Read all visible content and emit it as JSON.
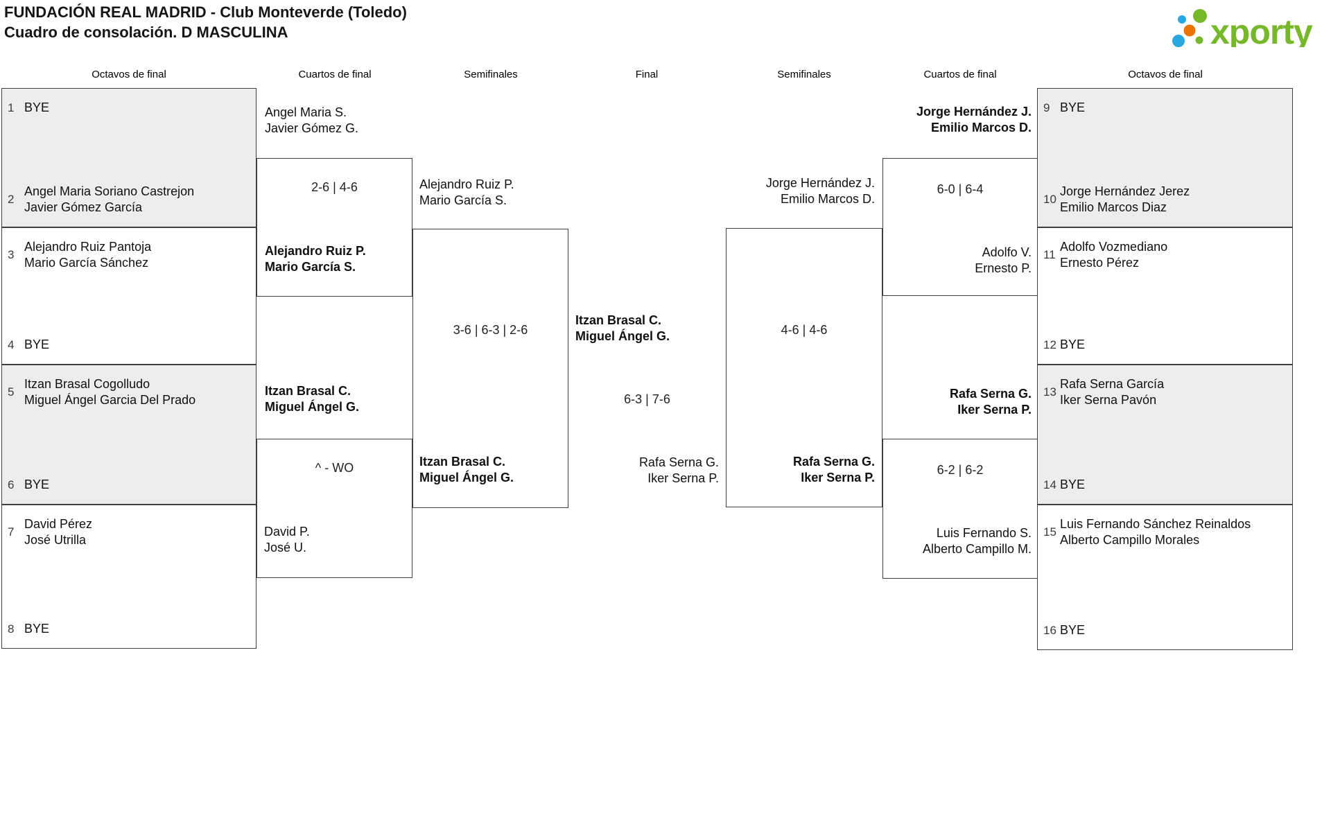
{
  "header": {
    "title_line1": "FUNDACIÓN REAL MADRID - Club Monteverde (Toledo)",
    "title_line2": "Cuadro de consolación. D MASCULINA",
    "logo_text": "xporty"
  },
  "rounds": {
    "octavos_left": "Octavos de final",
    "cuartos_left": "Cuartos de final",
    "semis_left": "Semifinales",
    "final": "Final",
    "semis_right": "Semifinales",
    "cuartos_right": "Cuartos de final",
    "octavos_right": "Octavos de final"
  },
  "seeds": {
    "s1": {
      "n": "1",
      "a": "BYE",
      "b": ""
    },
    "s2": {
      "n": "2",
      "a": "Angel Maria Soriano Castrejon",
      "b": "Javier Gómez García"
    },
    "s3": {
      "n": "3",
      "a": "Alejandro Ruiz Pantoja",
      "b": "Mario García Sánchez"
    },
    "s4": {
      "n": "4",
      "a": "BYE",
      "b": ""
    },
    "s5": {
      "n": "5",
      "a": "Itzan Brasal Cogolludo",
      "b": "Miguel Ángel Garcia Del Prado"
    },
    "s6": {
      "n": "6",
      "a": "BYE",
      "b": ""
    },
    "s7": {
      "n": "7",
      "a": "David Pérez",
      "b": "José Utrilla"
    },
    "s8": {
      "n": "8",
      "a": "BYE",
      "b": ""
    },
    "s9": {
      "n": "9",
      "a": "BYE",
      "b": ""
    },
    "s10": {
      "n": "10",
      "a": "Jorge Hernández Jerez",
      "b": "Emilio Marcos Diaz"
    },
    "s11": {
      "n": "11",
      "a": "Adolfo Vozmediano",
      "b": "Ernesto Pérez"
    },
    "s12": {
      "n": "12",
      "a": "BYE",
      "b": ""
    },
    "s13": {
      "n": "13",
      "a": "Rafa Serna García",
      "b": "Iker Serna Pavón"
    },
    "s14": {
      "n": "14",
      "a": "BYE",
      "b": ""
    },
    "s15": {
      "n": "15",
      "a": "Luis Fernando Sánchez Reinaldos",
      "b": "Alberto Campillo Morales"
    },
    "s16": {
      "n": "16",
      "a": "BYE",
      "b": ""
    }
  },
  "qf_left": {
    "m1": {
      "top_a": "Angel Maria S.",
      "top_b": "Javier Gómez G.",
      "score": "2-6 | 4-6",
      "bot_a": "Alejandro Ruiz P.",
      "bot_b": "Mario García S."
    },
    "m2": {
      "top_a": "Itzan Brasal C.",
      "top_b": "Miguel Ángel G.",
      "score": "^ - WO",
      "bot_a": "David P.",
      "bot_b": "José U."
    }
  },
  "sf_left": {
    "top_a": "Alejandro Ruiz P.",
    "top_b": "Mario García S.",
    "score": "3-6 | 6-3 | 2-6",
    "bot_a": "Itzan Brasal C.",
    "bot_b": "Miguel Ángel G."
  },
  "final": {
    "top_a": "Itzan Brasal C.",
    "top_b": "Miguel Ángel G.",
    "score": "6-3 | 7-6",
    "bot_a": "Rafa Serna G.",
    "bot_b": "Iker Serna P."
  },
  "sf_right": {
    "top_a": "Jorge Hernández J.",
    "top_b": "Emilio Marcos D.",
    "score": "4-6 | 4-6",
    "bot_a": "Rafa Serna G.",
    "bot_b": "Iker Serna P."
  },
  "qf_right": {
    "m1": {
      "top_a": "Jorge Hernández J.",
      "top_b": "Emilio Marcos D.",
      "score": "6-0 | 6-4",
      "bot_a": "Adolfo V.",
      "bot_b": "Ernesto P."
    },
    "m2": {
      "top_a": "Rafa Serna G.",
      "top_b": "Iker Serna P.",
      "score": "6-2 | 6-2",
      "bot_a": "Luis Fernando S.",
      "bot_b": "Alberto Campillo M."
    }
  },
  "colors": {
    "logo_green": "#76b82a",
    "logo_blue": "#29a8e0",
    "logo_orange": "#ec7404",
    "box_shade": "#ededed",
    "box_border": "#3e3e3e"
  }
}
